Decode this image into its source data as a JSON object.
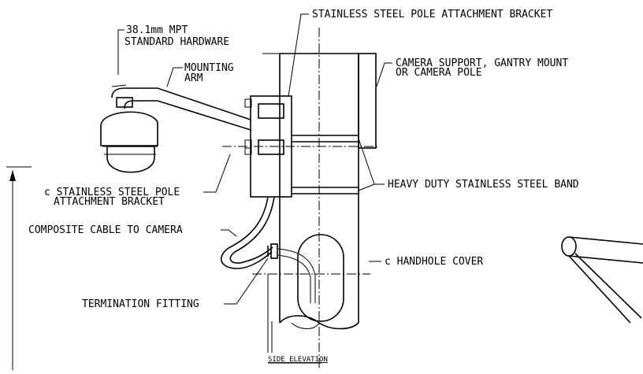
{
  "labels": {
    "hardware_line1": "38.1mm MPT",
    "hardware_line2": "STANDARD HARDWARE",
    "bracket_top": "STAINLESS STEEL POLE ATTACHMENT BRACKET",
    "mounting_arm_line1": "MOUNTING",
    "mounting_arm_line2": "ARM",
    "support_line1": "CAMERA SUPPORT, GANTRY MOUNT",
    "support_line2": "OR CAMERA POLE",
    "band": "HEAVY DUTY STAINLESS STEEL BAND",
    "cl_bracket_line1": "c STAINLESS STEEL POLE",
    "cl_bracket_line2": "ATTACHMENT BRACKET",
    "cable": "COMPOSITE CABLE TO CAMERA",
    "handhole": "c HANDHOLE COVER",
    "termination": "TERMINATION FITTING",
    "view_title": "SIDE ELEVATION"
  }
}
